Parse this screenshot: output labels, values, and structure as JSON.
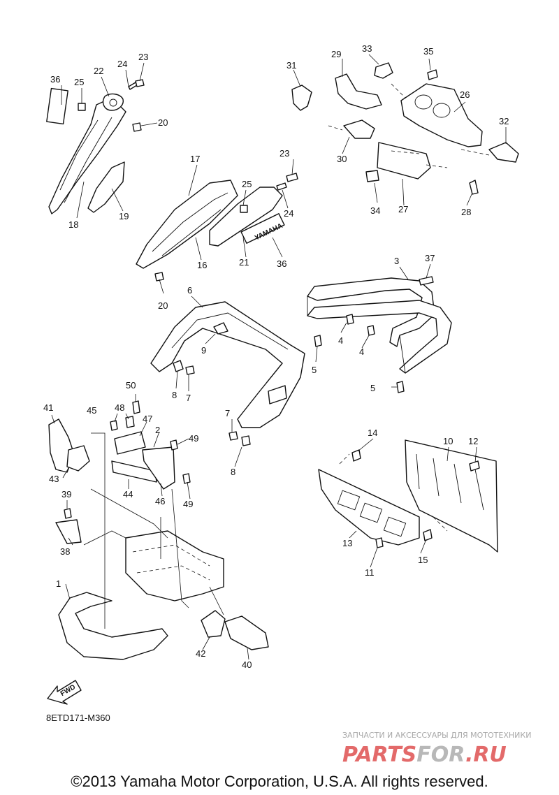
{
  "callouts": [
    {
      "id": "c1",
      "text": "1"
    },
    {
      "id": "c2",
      "text": "2"
    },
    {
      "id": "c3",
      "text": "3"
    },
    {
      "id": "c4a",
      "text": "4"
    },
    {
      "id": "c4b",
      "text": "4"
    },
    {
      "id": "c5a",
      "text": "5"
    },
    {
      "id": "c5b",
      "text": "5"
    },
    {
      "id": "c6",
      "text": "6"
    },
    {
      "id": "c7a",
      "text": "7"
    },
    {
      "id": "c7b",
      "text": "7"
    },
    {
      "id": "c8a",
      "text": "8"
    },
    {
      "id": "c8b",
      "text": "8"
    },
    {
      "id": "c9",
      "text": "9"
    },
    {
      "id": "c10",
      "text": "10"
    },
    {
      "id": "c11",
      "text": "11"
    },
    {
      "id": "c12",
      "text": "12"
    },
    {
      "id": "c13",
      "text": "13"
    },
    {
      "id": "c14",
      "text": "14"
    },
    {
      "id": "c15",
      "text": "15"
    },
    {
      "id": "c16",
      "text": "16"
    },
    {
      "id": "c17",
      "text": "17"
    },
    {
      "id": "c18",
      "text": "18"
    },
    {
      "id": "c19",
      "text": "19"
    },
    {
      "id": "c20a",
      "text": "20"
    },
    {
      "id": "c20b",
      "text": "20"
    },
    {
      "id": "c21",
      "text": "21"
    },
    {
      "id": "c22",
      "text": "22"
    },
    {
      "id": "c23a",
      "text": "23"
    },
    {
      "id": "c23b",
      "text": "23"
    },
    {
      "id": "c24a",
      "text": "24"
    },
    {
      "id": "c24b",
      "text": "24"
    },
    {
      "id": "c25a",
      "text": "25"
    },
    {
      "id": "c25b",
      "text": "25"
    },
    {
      "id": "c26",
      "text": "26"
    },
    {
      "id": "c27",
      "text": "27"
    },
    {
      "id": "c28",
      "text": "28"
    },
    {
      "id": "c29",
      "text": "29"
    },
    {
      "id": "c30",
      "text": "30"
    },
    {
      "id": "c31",
      "text": "31"
    },
    {
      "id": "c32",
      "text": "32"
    },
    {
      "id": "c33",
      "text": "33"
    },
    {
      "id": "c34",
      "text": "34"
    },
    {
      "id": "c35",
      "text": "35"
    },
    {
      "id": "c36a",
      "text": "36"
    },
    {
      "id": "c36b",
      "text": "36"
    },
    {
      "id": "c37",
      "text": "37"
    },
    {
      "id": "c38",
      "text": "38"
    },
    {
      "id": "c39",
      "text": "39"
    },
    {
      "id": "c40",
      "text": "40"
    },
    {
      "id": "c41",
      "text": "41"
    },
    {
      "id": "c42",
      "text": "42"
    },
    {
      "id": "c43",
      "text": "43"
    },
    {
      "id": "c44",
      "text": "44"
    },
    {
      "id": "c45",
      "text": "45"
    },
    {
      "id": "c46",
      "text": "46"
    },
    {
      "id": "c47",
      "text": "47"
    },
    {
      "id": "c48",
      "text": "48"
    },
    {
      "id": "c49a",
      "text": "49"
    },
    {
      "id": "c49b",
      "text": "49"
    },
    {
      "id": "c50",
      "text": "50"
    }
  ],
  "diagram_code": "8ETD171-M360",
  "fwd_label": "FWD",
  "decal_text": "YAMAHA",
  "watermark": {
    "subtitle": "ЗАПЧАСТИ И АКСЕССУАРЫ ДЛЯ МОТОТЕХНИКИ",
    "logo_main": "PARTS",
    "logo_accent": "FOR",
    "logo_tail": ".RU",
    "logo_color": "#e36a6a",
    "accent_color": "#b8b8b8"
  },
  "copyright": "©2013 Yamaha Motor Corporation, U.S.A. All rights reserved."
}
